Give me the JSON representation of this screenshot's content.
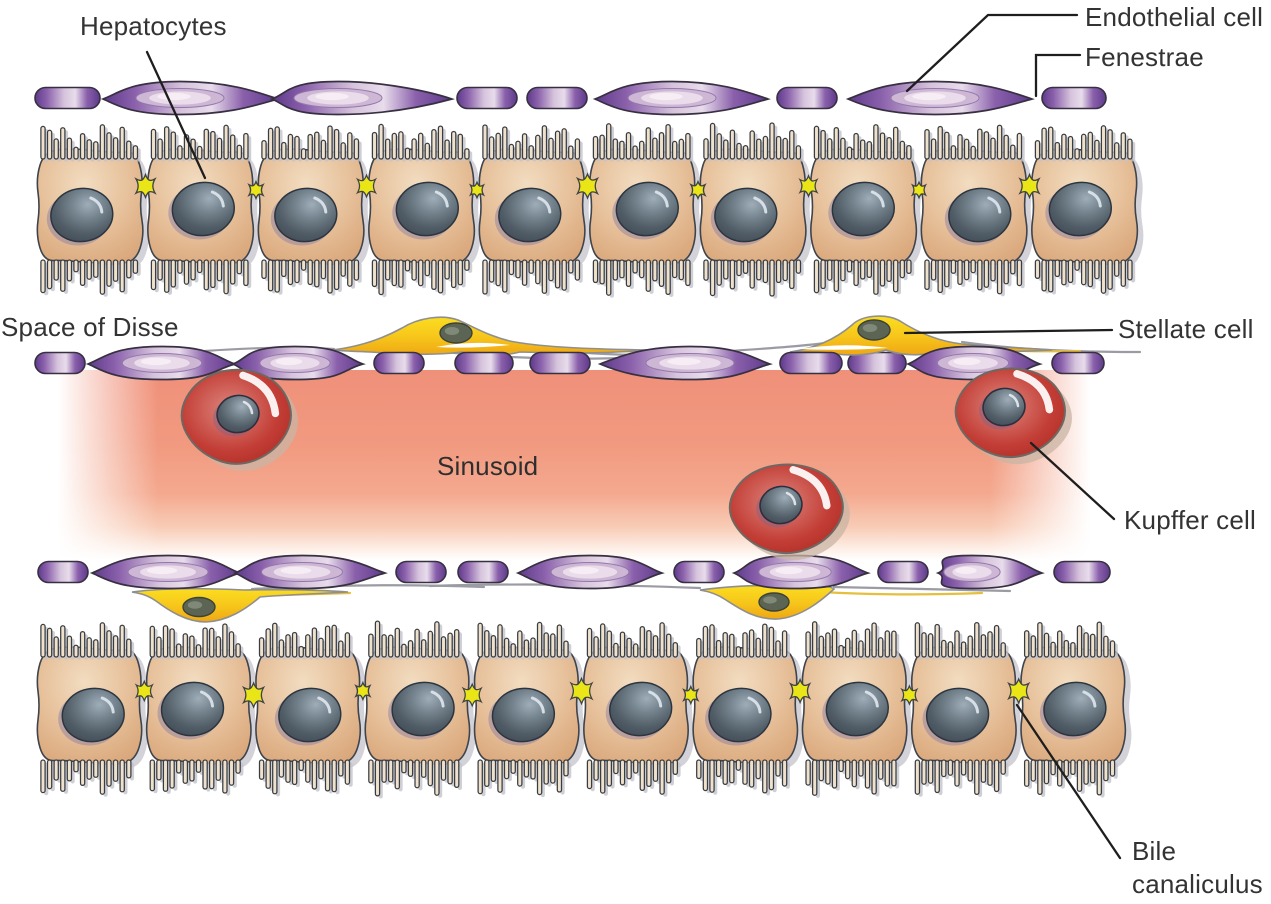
{
  "labels": {
    "hepatocytes": "Hepatocytes",
    "endothelial_cell": "Endothelial cell",
    "fenestrae": "Fenestrae",
    "space_of_disse": "Space of Disse",
    "stellate_cell": "Stellate cell",
    "sinusoid": "Sinusoid",
    "kupffer_cell": "Kupffer cell",
    "bile_canaliculus": "Bile canaliculus"
  },
  "colors": {
    "background": "#ffffff",
    "label_text": "#333333",
    "leader_line": "#1e1e1e",
    "hepatocyte": "#e7c29c",
    "hepatocyte_edge": "#3f444c",
    "hepatocyte_shadow": "#c7c7ce",
    "nucleus_dark": "#3c4650",
    "nucleus_light": "#9fadb8",
    "microvilli_fill": "#efe1cb",
    "microvilli_stroke": "#383d43",
    "microvilli_shadow": "#c3c3cc",
    "endothelial_dark": "#5e3a8b",
    "endothelial_light": "#e8dceb",
    "endothelial_stroke": "#373040",
    "stellate_yellow": "#f7c71b",
    "stellate_stroke": "#8f8f8f",
    "stellate_nucleus": "#5c6454",
    "kupffer_red": "#c23d35",
    "kupffer_stroke": "#6e6862",
    "kupffer_shadow": "#c9b4a4",
    "sinusoid_pink": "#f0907a",
    "bile_yellow": "#e9e517",
    "process_gray": "#9b9ba3",
    "process_yellow": "#e6bf3f"
  },
  "counts": {
    "hepatocyte_rows": 2,
    "hepatocytes_per_row": 10,
    "kupffer_cells": 3,
    "stellate_cells": 4,
    "bile_canaliculi_per_row": 9
  }
}
